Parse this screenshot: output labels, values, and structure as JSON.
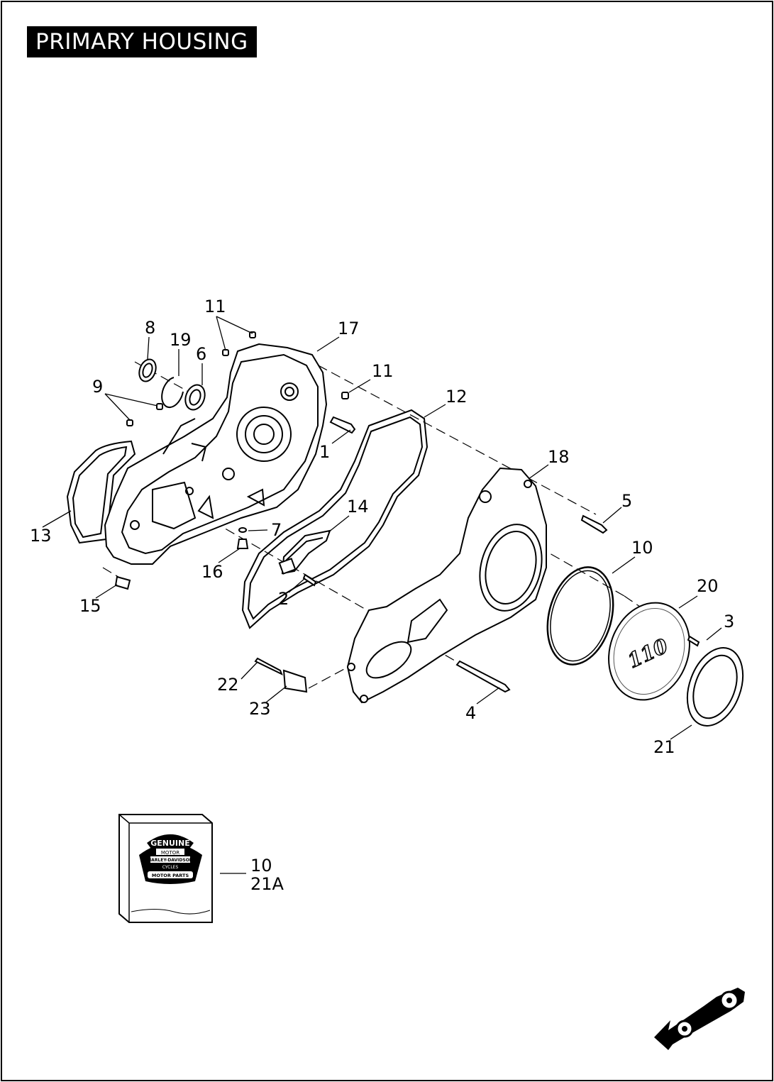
{
  "title": "PRIMARY HOUSING",
  "callouts": {
    "c1": "1",
    "c2": "2",
    "c3": "3",
    "c4": "4",
    "c5": "5",
    "c6": "6",
    "c7": "7",
    "c8": "8",
    "c9": "9",
    "c10": "10",
    "c11a": "11",
    "c11b": "11",
    "c12": "12",
    "c13": "13",
    "c14": "14",
    "c15": "15",
    "c16": "16",
    "c17": "17",
    "c18": "18",
    "c19": "19",
    "c20": "20",
    "c21": "21",
    "c22": "22",
    "c23": "23"
  },
  "cover_emblem": "110",
  "kit": {
    "logo_text_top": "GENUINE",
    "logo_text_mid": "MOTOR",
    "logo_text_brand": "HARLEY-DAVIDSON",
    "logo_text_cycles": "CYCLES",
    "logo_text_bottom": "MOTOR PARTS",
    "label_line1": "10",
    "label_line2": "21A"
  },
  "direction_icon": "motorcycle-front-arrow-icon"
}
